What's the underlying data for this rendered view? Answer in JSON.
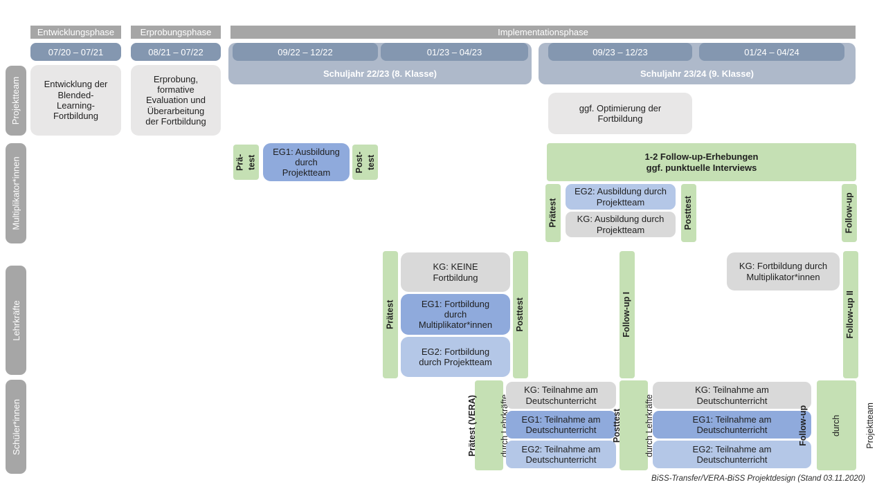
{
  "colors": {
    "phase_bar": "#a6a6a6",
    "date_bar": "#8497b0",
    "schuljahr_bar": "#aeb9ca",
    "box_lightgray": "#e8e7e7",
    "box_control_gray": "#d9d9d9",
    "box_eg1_blue": "#8faadc",
    "box_eg2_lightblue": "#b4c7e7",
    "box_green": "#c5e0b4",
    "sidebar_bar": "#a6a6a6"
  },
  "phases": {
    "entwicklung": "Entwicklungsphase",
    "erprobung": "Erprobungsphase",
    "implementation": "Implementationsphase"
  },
  "timeline": {
    "d1": "07/20 – 07/21",
    "d2": "08/21 – 07/22",
    "d3": "09/22 – 12/22",
    "d4": "01/23 – 04/23",
    "d5": "09/23 – 12/23",
    "d6": "01/24 – 04/24",
    "sj2223": "Schuljahr 22/23 (8. Klasse)",
    "sj2324": "Schuljahr 23/24 (9. Klasse)"
  },
  "sidebar": {
    "projektteam": "Projektteam",
    "multiplikatoren": "Multiplikator*innen",
    "lehrkraefte": "Lehrkräfte",
    "schueler": "Schüler*innen"
  },
  "projektteam": {
    "entwicklung_box": "Entwicklung der\nBlended-\nLearning-\nFortbildung",
    "erprobung_box": "Erprobung,\nformative\nEvaluation und\nÜberarbeitung\nder Fortbildung",
    "optimierung_box": "ggf. Optimierung der\nFortbildung"
  },
  "multiplikatoren": {
    "praetest_1": "Prä-\ntest",
    "eg1": "EG1: Ausbildung\ndurch\nProjektteam",
    "posttest_1": "Post-\ntest",
    "followup_box": "1-2 Follow-up-Erhebungen\nggf. punktuelle Interviews",
    "praetest_2": "Prätest",
    "eg2": "EG2: Ausbildung durch\nProjektteam",
    "kg": "KG: Ausbildung durch\nProjektteam",
    "posttest_2": "Posttest",
    "followup": "Follow-up"
  },
  "lehrkraefte": {
    "praetest": "Prätest",
    "kg": "KG: KEINE\nFortbildung",
    "eg1": "EG1: Fortbildung\ndurch\nMultiplikator*innen",
    "eg2": "EG2: Fortbildung\ndurch Projektteam",
    "posttest": "Posttest",
    "followup1": "Follow-up I",
    "kg2": "KG: Fortbildung durch\nMultiplikator*innen",
    "followup2": "Follow-up II"
  },
  "schueler": {
    "praetest_bold": "Prätest (VERA)",
    "praetest_sub": "durch Lehrkräfte",
    "kg1": "KG: Teilnahme am\nDeutschunterricht",
    "eg1a": "EG1: Teilnahme am\nDeutschunterricht",
    "eg2a": "EG2: Teilnahme am\nDeutschunterricht",
    "posttest_bold": "Posttest",
    "posttest_sub": "durch Lehrkräfte",
    "kg2": "KG: Teilnahme am\nDeutschunterricht",
    "eg1b": "EG1: Teilnahme am\nDeutschunterricht",
    "eg2b": "EG2: Teilnahme am\nDeutschunterricht",
    "followup_bold": "Follow-up",
    "followup_sub1": "durch",
    "followup_sub2": "Projektteam"
  },
  "caption": "BiSS-Transfer/VERA-BiSS Projektdesign (Stand 03.11.2020)"
}
